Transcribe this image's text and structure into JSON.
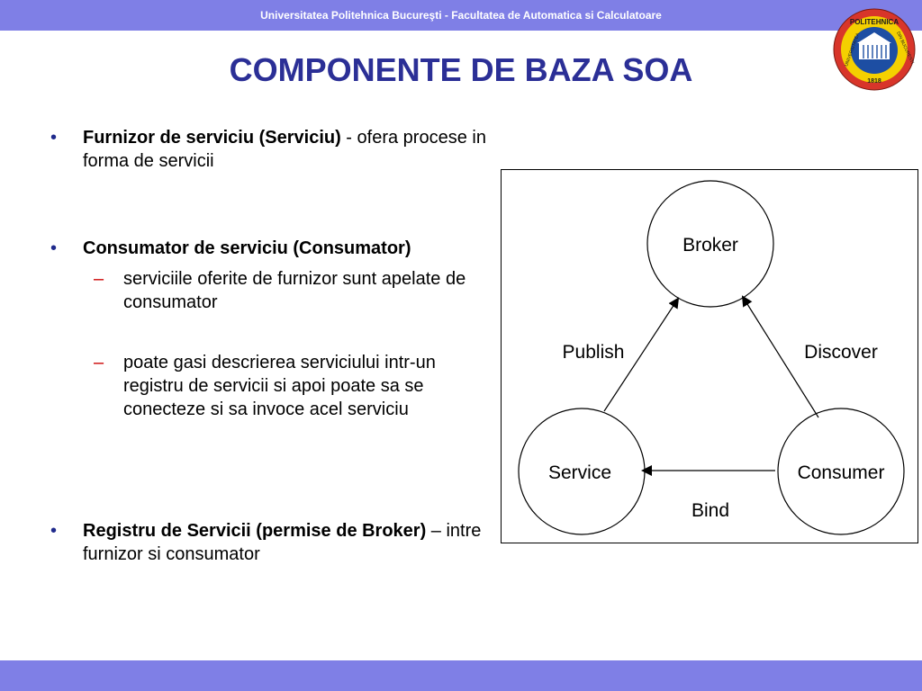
{
  "header": {
    "text": "Universitatea Politehnica Bucureşti - Facultatea de Automatica si Calculatoare"
  },
  "logo": {
    "name": "POLITEHNICA",
    "left_text": "UNIVERSITATEA",
    "right_text": "DIN BUCURESTI",
    "year": "1818",
    "colors": {
      "ring": "#d8352a",
      "band": "#f4d000",
      "inner": "#1d4ea3"
    }
  },
  "title": "COMPONENTE DE BAZA SOA",
  "content": {
    "item1": {
      "bold": "Furnizor de serviciu (Serviciu)",
      "rest": " - ofera procese in forma de servicii"
    },
    "item2": {
      "bold": "Consumator de serviciu (Consumator)",
      "subs": [
        " serviciile oferite de furnizor sunt apelate de consumator",
        "poate gasi descrierea serviciului intr-un registru de servicii si apoi poate sa se conecteze si sa invoce acel serviciu"
      ]
    },
    "item3": {
      "bold": "Registru de Servicii (permise de Broker)",
      "rest": " – intre furnizor si consumator"
    }
  },
  "diagram": {
    "nodes": {
      "broker": "Broker",
      "service": "Service",
      "consumer": "Consumer"
    },
    "edges": {
      "publish": "Publish",
      "discover": "Discover",
      "bind": "Bind"
    }
  },
  "colors": {
    "bar": "#7f7fe6",
    "title": "#2b2f96",
    "bullet": "#1f2a8c",
    "dash": "#cc0000"
  }
}
